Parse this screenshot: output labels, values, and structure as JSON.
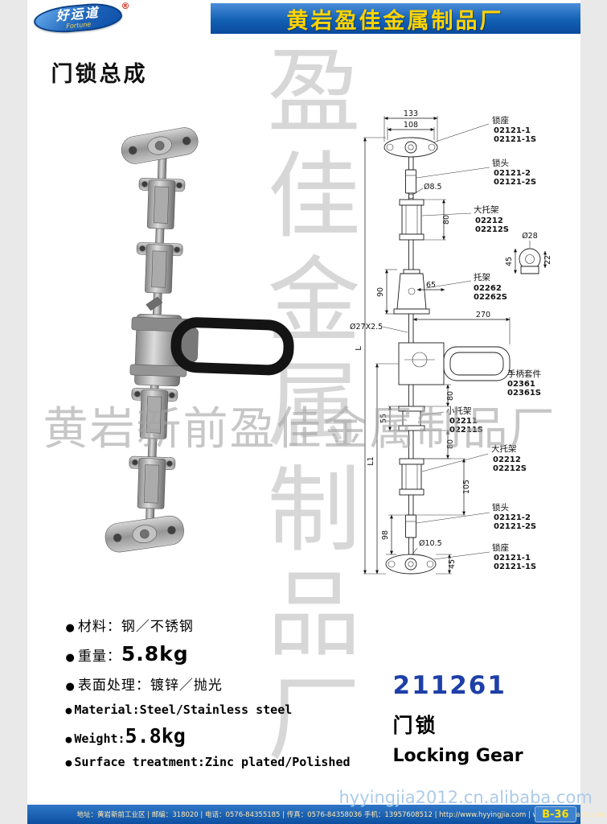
{
  "header": {
    "logo_text": "好运道",
    "logo_subtext": "Fortune",
    "registered_mark": "®",
    "company_title": "黄岩盈佳金属制品厂"
  },
  "page": {
    "title": "门锁总成",
    "watermark_vertical": "盈佳金属制品厂",
    "watermark_horizontal": "黄岩新前盈佳金属制品厂",
    "watermark_url": "hyyingjia2012.cn.alibaba.com"
  },
  "product": {
    "number": "211261",
    "name_cn": "门锁",
    "name_en": "Locking Gear"
  },
  "specs": [
    {
      "bullet": "●",
      "label": "材料：",
      "value": "钢／不锈钢"
    },
    {
      "bullet": "●",
      "label": "重量：",
      "value": "5.8kg"
    },
    {
      "bullet": "●",
      "label": "表面处理：",
      "value": "镀锌／抛光"
    },
    {
      "bullet": "●",
      "label": "Material: ",
      "value": "Steel/Stainless steel"
    },
    {
      "bullet": "●",
      "label": "Weight: ",
      "value": "5.8kg"
    },
    {
      "bullet": "●",
      "label": "Surface treatment: ",
      "value": "Zinc plated/Polished"
    }
  ],
  "drawing": {
    "parts": [
      {
        "name": "锁座",
        "code1": "02121-1",
        "code2": "02121-1S"
      },
      {
        "name": "锁头",
        "code1": "02121-2",
        "code2": "02121-2S"
      },
      {
        "name": "大托架",
        "code1": "02212",
        "code2": "02212S"
      },
      {
        "name": "托架",
        "code1": "02262",
        "code2": "02262S"
      },
      {
        "name": "手柄套件",
        "code1": "02361",
        "code2": "02361S"
      },
      {
        "name": "小托架",
        "code1": "02211",
        "code2": "02211S"
      },
      {
        "name": "大托架",
        "code1": "02212",
        "code2": "02212S"
      },
      {
        "name": "锁头",
        "code1": "02121-2",
        "code2": "02121-2S"
      },
      {
        "name": "锁座",
        "code1": "02121-1",
        "code2": "02121-1S"
      }
    ],
    "dims": {
      "w133": "133",
      "w108": "108",
      "dia85": "Ø8.5",
      "h80_top": "80",
      "h90": "90",
      "w65": "65",
      "dia28": "Ø28",
      "h45_roller": "45",
      "h22": "22",
      "rod_spec": "Ø27X2.5",
      "w270": "270",
      "h80_mid1": "80",
      "h55": "55",
      "h80_mid2": "80",
      "h105": "105",
      "h98": "98",
      "dia105": "Ø10.5",
      "h45_bottom": "45",
      "len_l": "L",
      "len_l1": "L1"
    }
  },
  "footer": {
    "info": "地址：黄岩新前工业区 | 邮编：318020 | 电话：0576-84355185 | 传真：0576-84358036 手机：13957608512 | http://www.hyyingjia.com | www.trailerparts.com.cn",
    "page_code": "B-36"
  },
  "colors": {
    "header_blue": "#1261b4",
    "title_yellow": "#ffd400",
    "product_number_blue": "#1d3fa8",
    "watermark_gray": "#d7d7d7",
    "badge_yellow": "#ffe000"
  }
}
